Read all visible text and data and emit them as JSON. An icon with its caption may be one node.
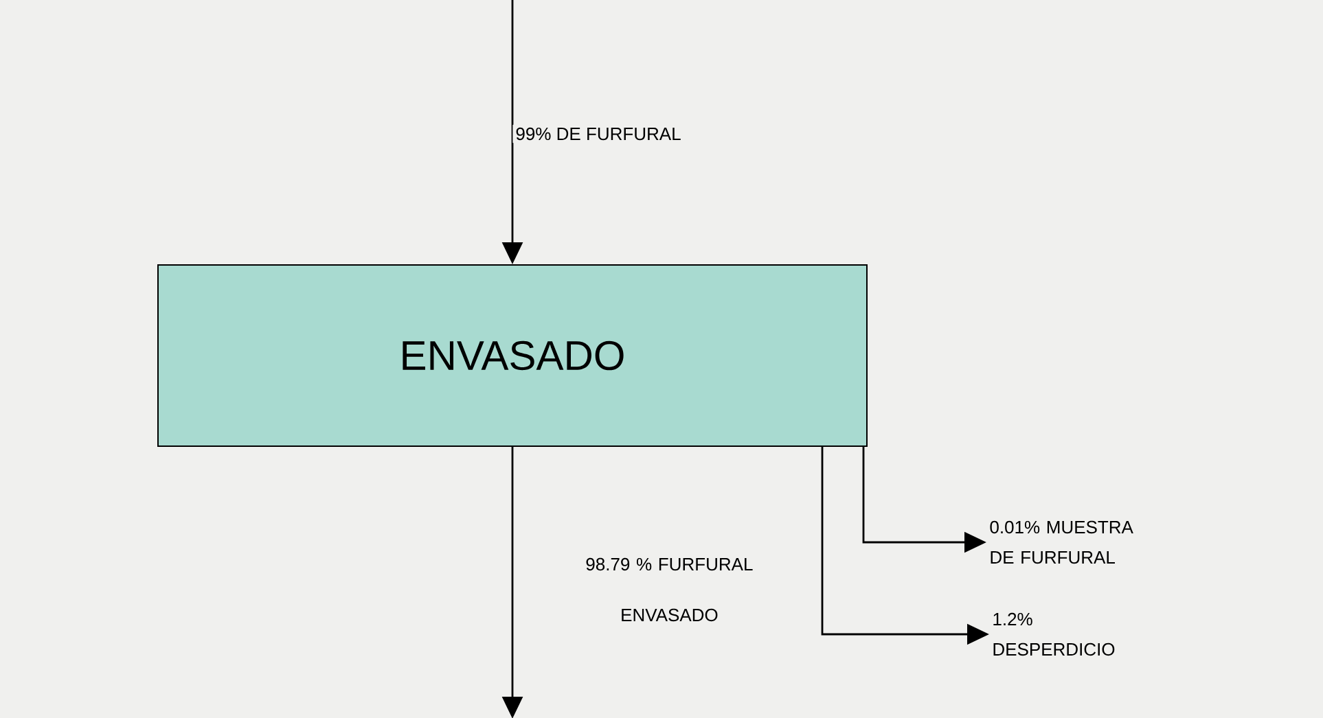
{
  "diagram": {
    "nodes": [
      {
        "text": [
          "ENVASADO"
        ]
      },
      {
        "text": [
          "0.01% MUESTRA DE FURFURAL"
        ]
      },
      {
        "text": [
          "1.2% DESPERDICIO"
        ]
      }
    ],
    "edges": [
      {
        "from": null,
        "to": 0,
        "arrow": "to",
        "label": "99% DE FURFURAL"
      },
      {
        "from": 0,
        "to": null,
        "arrow": "to",
        "label": "98.79 % FURFURAL ENVASADO"
      },
      {
        "from": 0,
        "to": 1,
        "arrow": "to"
      },
      {
        "from": 0,
        "to": 2,
        "arrow": "to"
      }
    ]
  }
}
